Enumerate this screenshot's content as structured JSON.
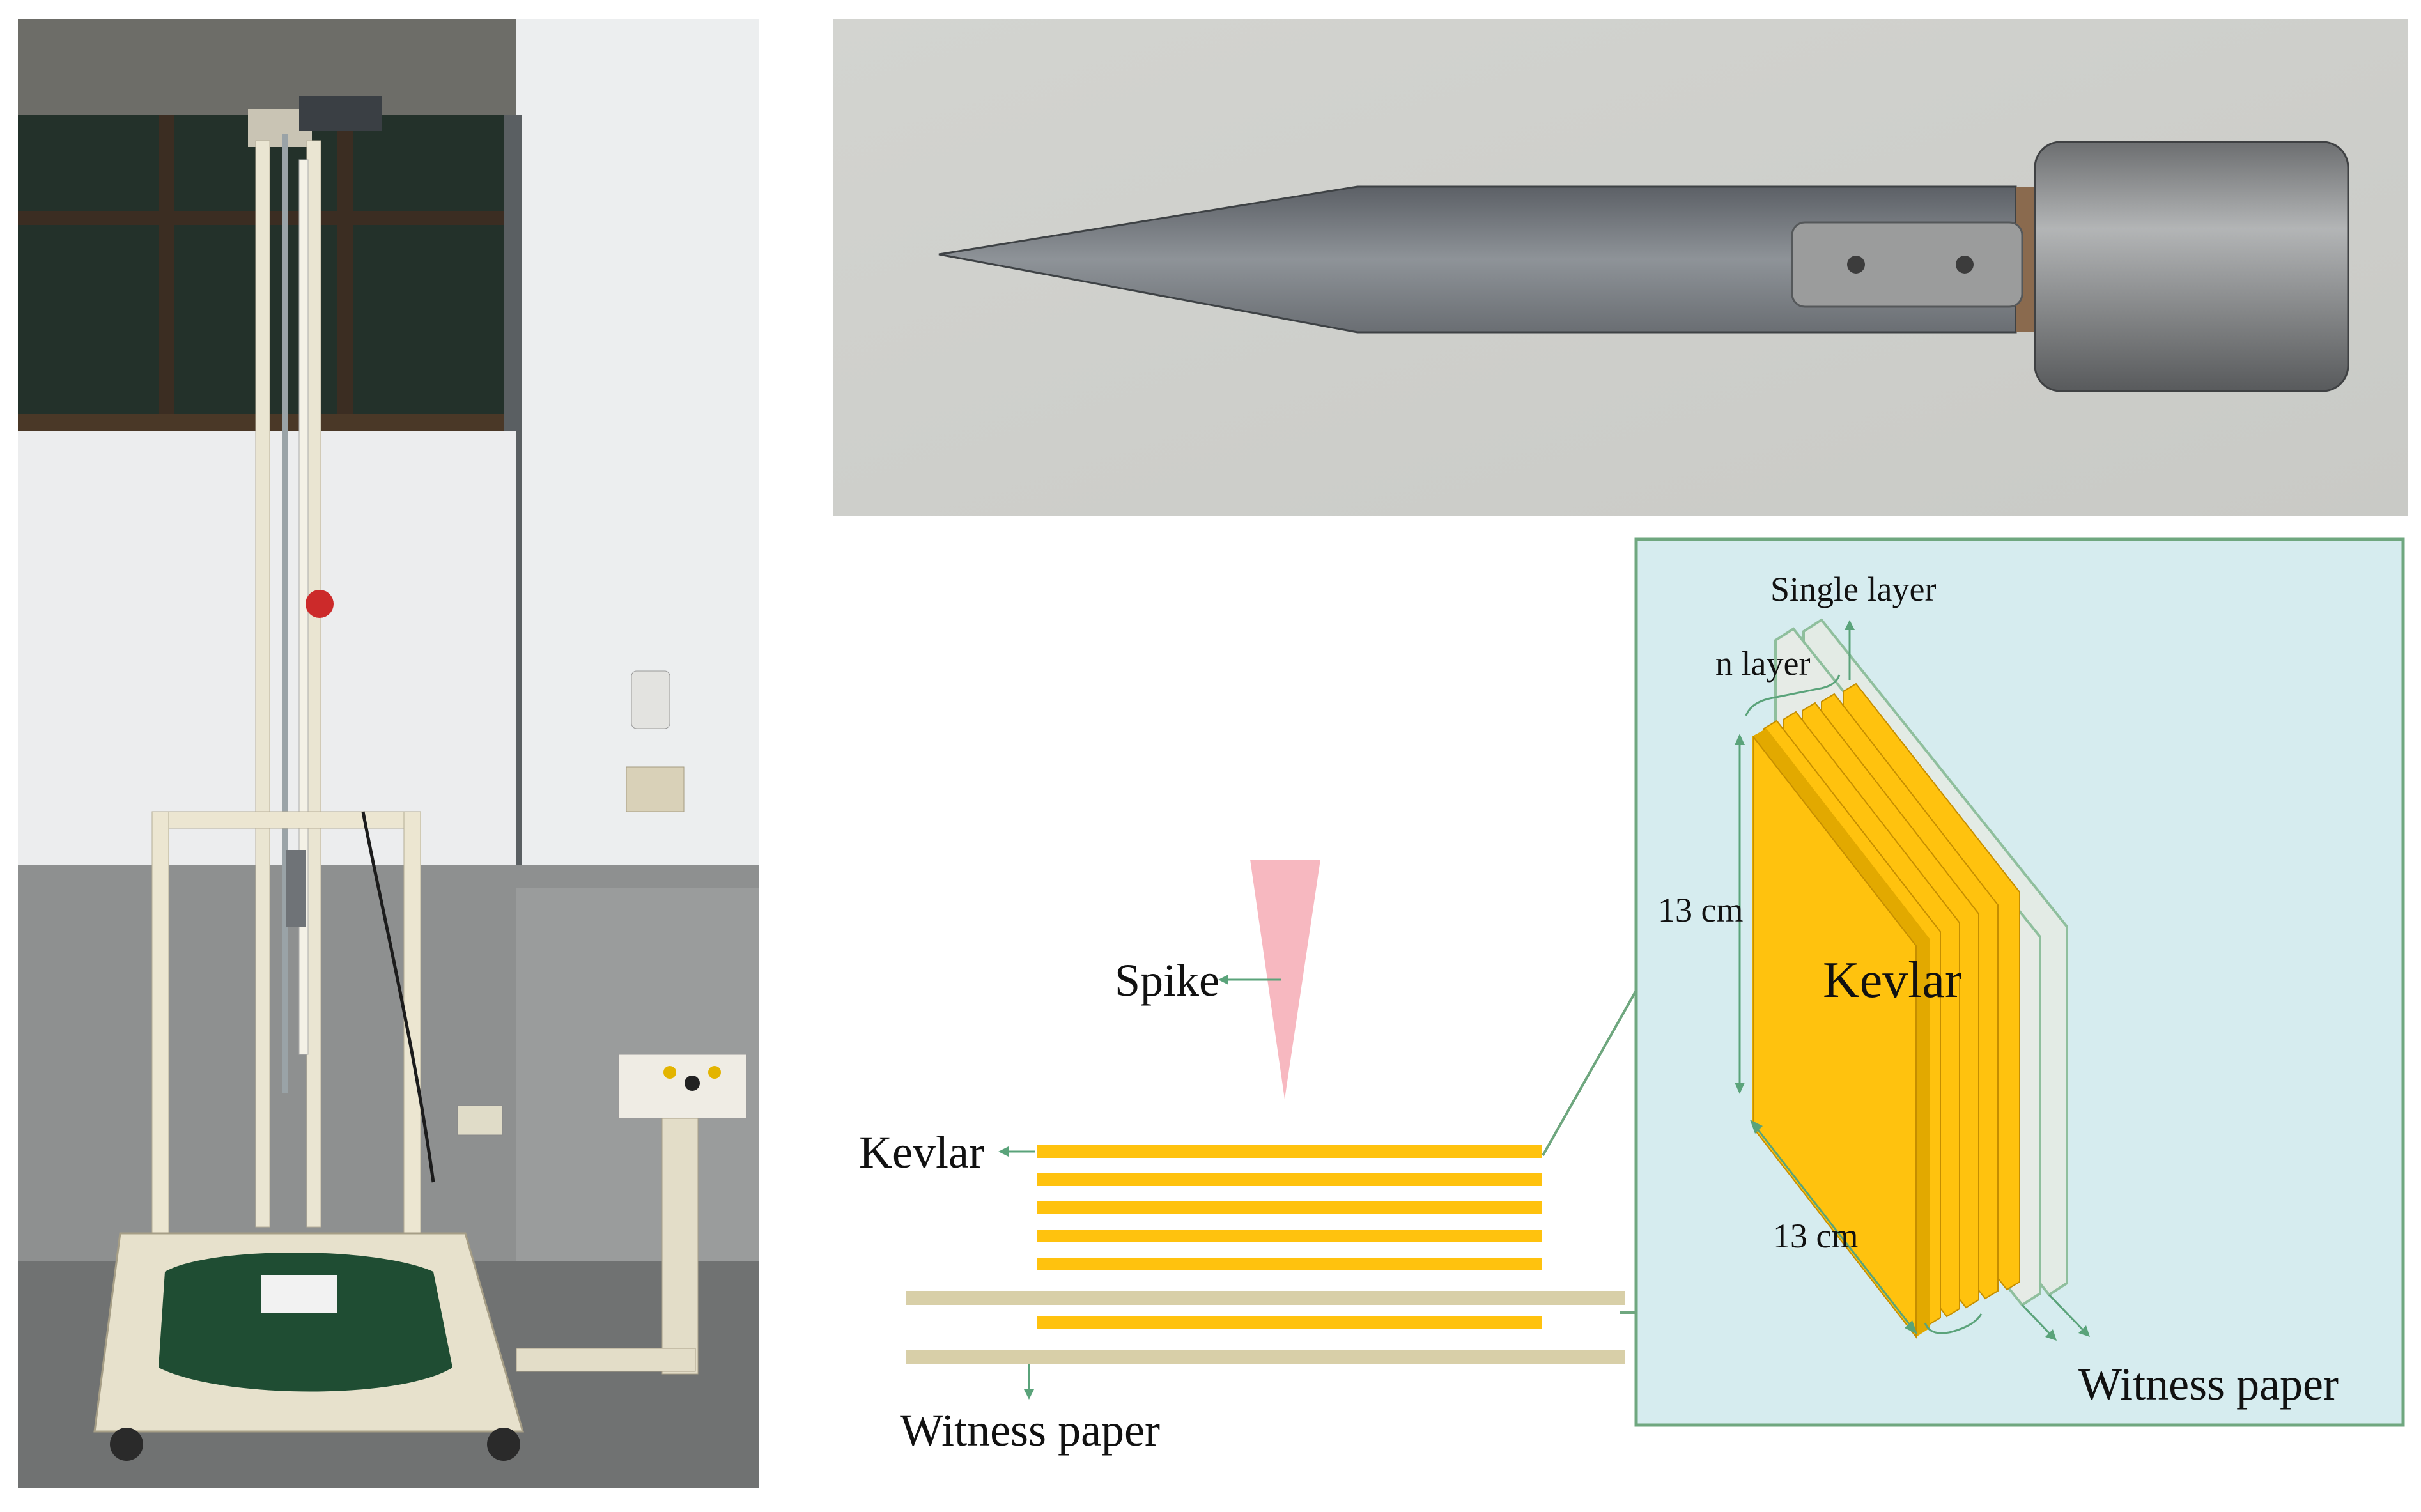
{
  "diagram": {
    "labels": {
      "spike": "Spike",
      "kevlar_left": "Kevlar",
      "witness_left": "Witness paper",
      "single_layer": "Single layer",
      "n_layer": "n layer",
      "height_dim": "13 cm",
      "kevlar_inset": "Kevlar",
      "width_dim": "13 cm",
      "witness_right": "Witness paper"
    },
    "colors": {
      "kevlar": "#ffc20e",
      "spike": "#f7b8c0",
      "witness": "#d8cfa8",
      "inset_bg": "#d6ecef",
      "inset_border": "#6fa77f",
      "arrow": "#5aa37a"
    }
  }
}
